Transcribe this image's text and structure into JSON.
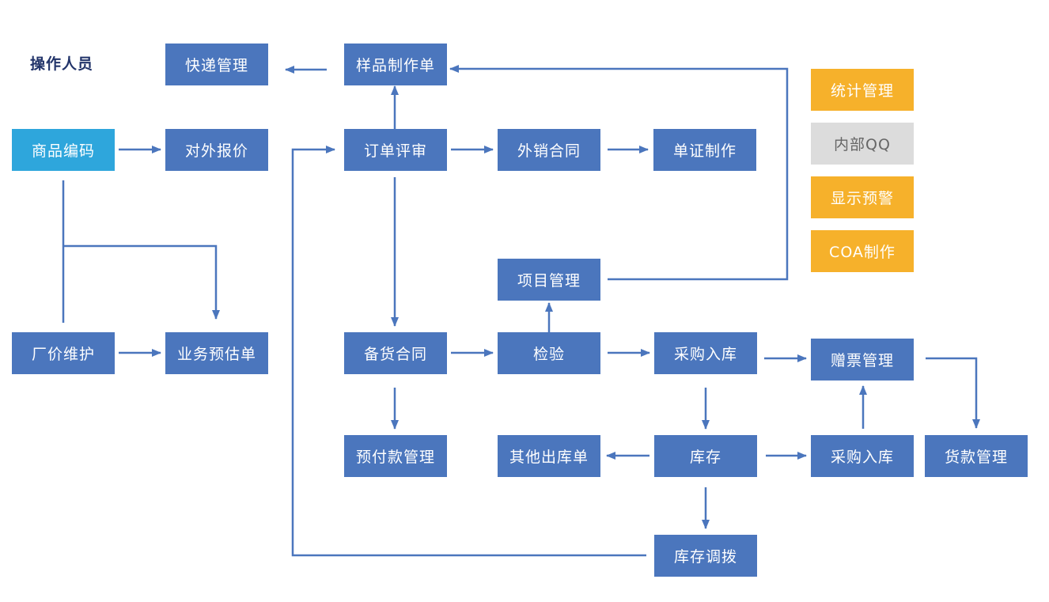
{
  "legend_label": "操作人员",
  "nodes": {
    "express": "快递管理",
    "sample_order": "样品制作单",
    "product_code": "商品编码",
    "external_quote": "对外报价",
    "order_review": "订单评审",
    "export_contract": "外销合同",
    "document_making": "单证制作",
    "project_mgmt": "项目管理",
    "factory_price": "厂价维护",
    "business_estimate": "业务预估单",
    "stock_contract": "备货合同",
    "inspection": "检验",
    "purchase_in_1": "采购入库",
    "invoice_mgmt": "赠票管理",
    "prepayment": "预付款管理",
    "other_out": "其他出库单",
    "inventory": "库存",
    "purchase_in_2": "采购入库",
    "payment_mgmt": "货款管理",
    "inventory_transfer": "库存调拨"
  },
  "side_panel": {
    "stats": "统计管理",
    "internal_qq": "内部QQ",
    "warning": "显示预警",
    "coa": "COA制作"
  },
  "colors": {
    "node": "#4b76bd",
    "product_code": "#2ea6dc",
    "accent": "#f6b12b",
    "disabled": "#dcdcdc",
    "line": "#4b76bd",
    "legend_text": "#22346a"
  }
}
